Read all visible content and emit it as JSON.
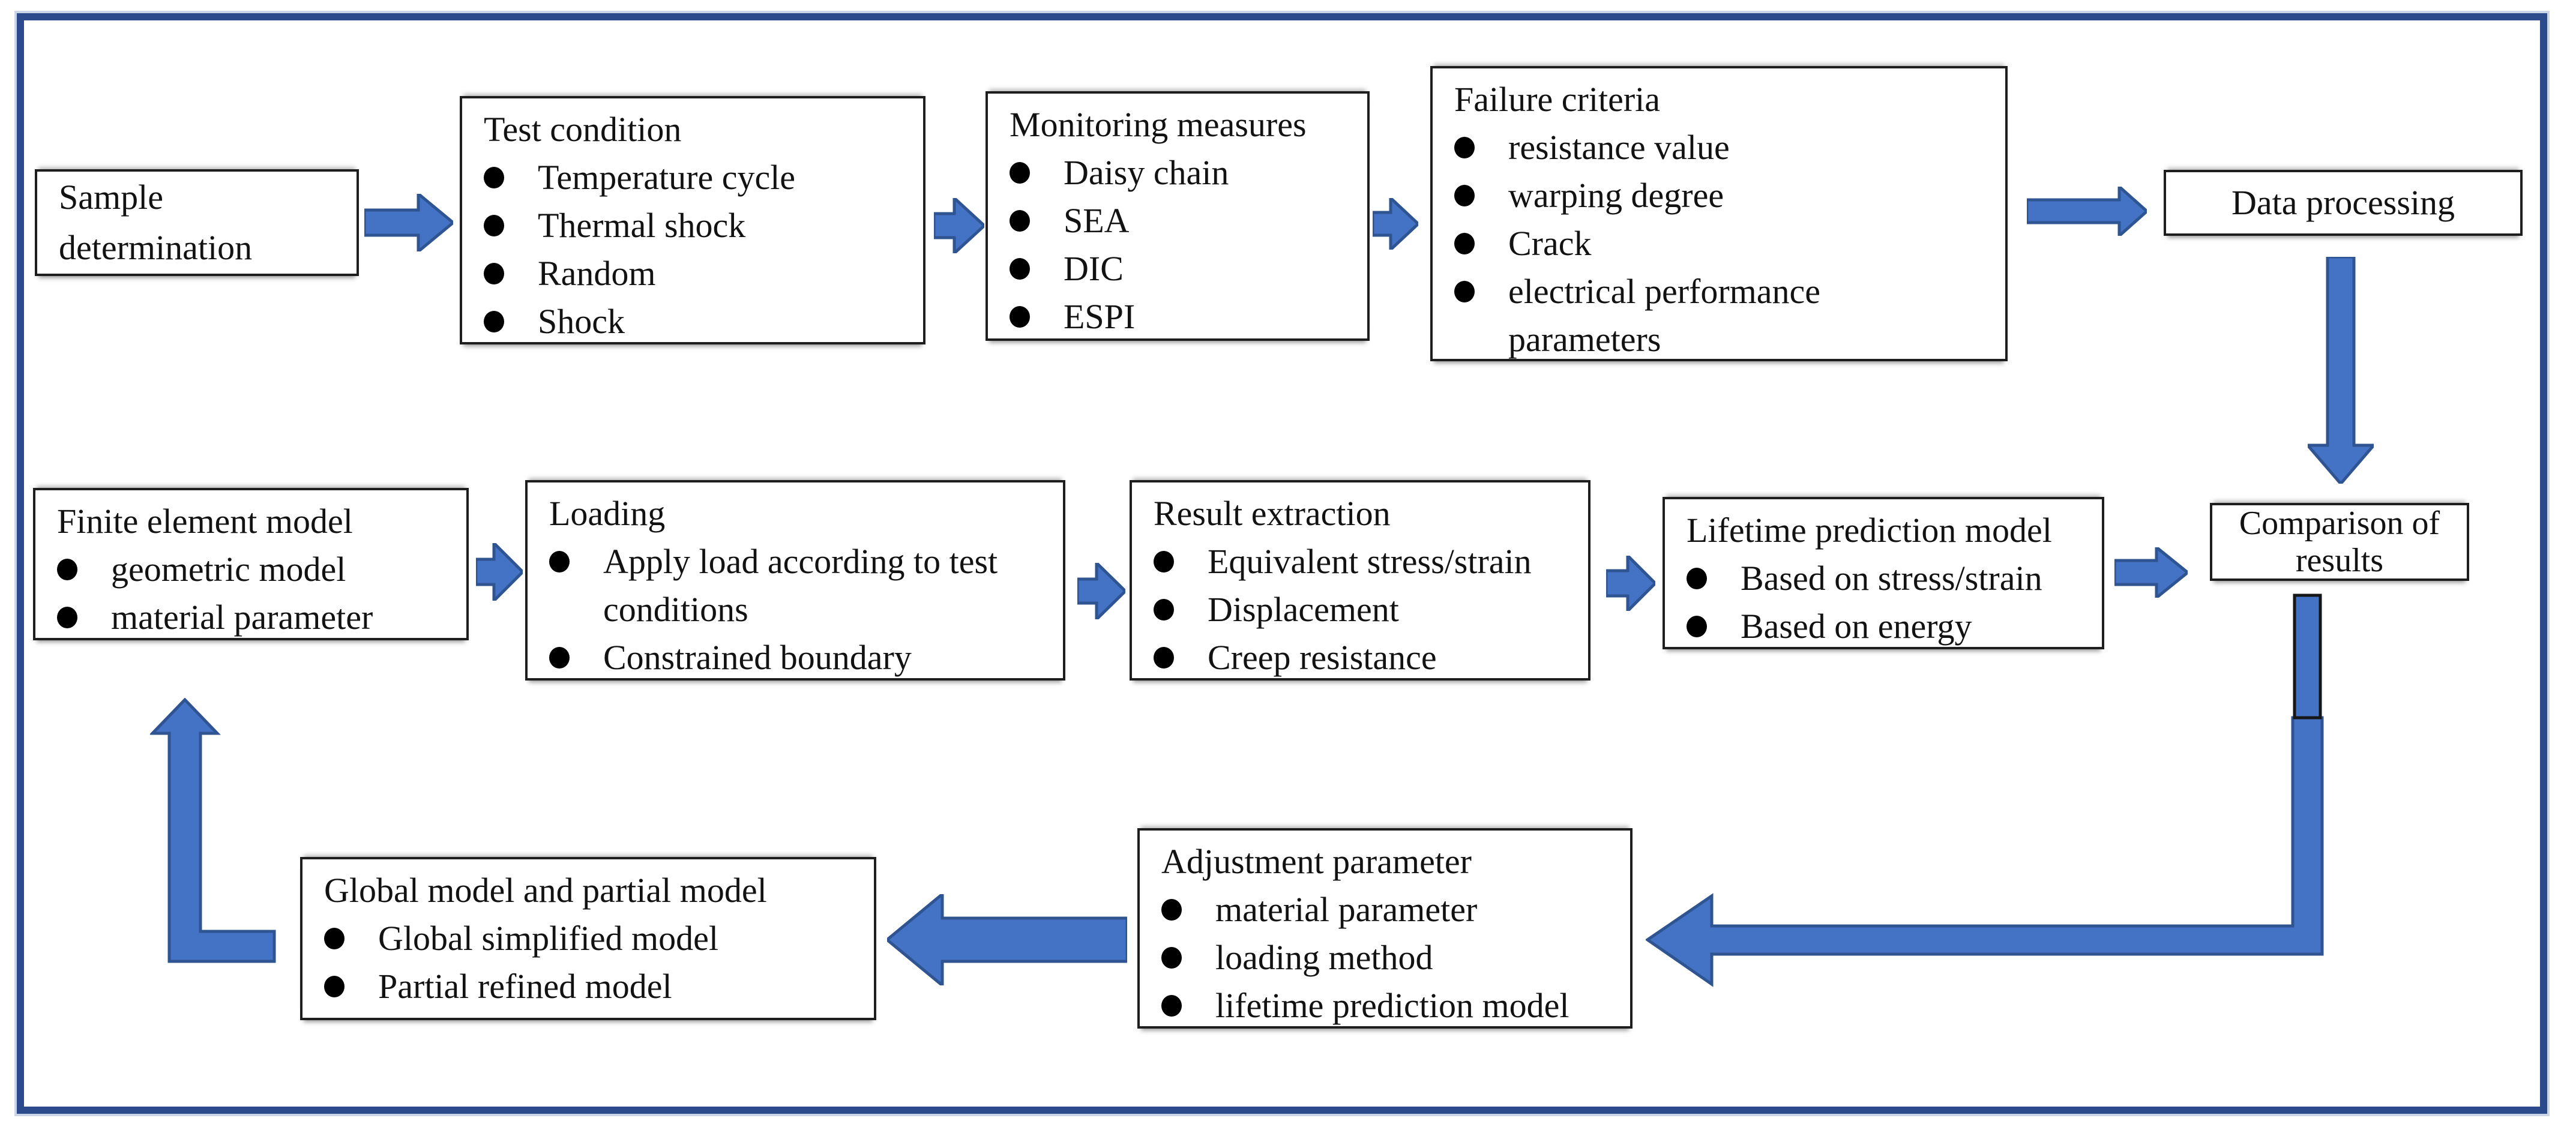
{
  "colors": {
    "arrow_fill": "#4472C4",
    "arrow_border": "#2f5492",
    "frame_border": "#2b4b8d",
    "box_border": "#1e1e1e",
    "text": "#121212"
  },
  "nodes": {
    "sample": {
      "title": "Sample\ndetermination"
    },
    "test": {
      "title": "Test condition",
      "items": [
        "Temperature cycle",
        "Thermal shock",
        "Random",
        "Shock"
      ]
    },
    "monitoring": {
      "title": "Monitoring measures",
      "items": [
        "Daisy chain",
        "SEA",
        "DIC",
        "ESPI"
      ]
    },
    "failure": {
      "title": "Failure criteria",
      "items": [
        "resistance value",
        "warping degree",
        "Crack",
        "electrical performance\nparameters"
      ]
    },
    "data": {
      "title": "Data processing"
    },
    "fem": {
      "title": "Finite element model",
      "items": [
        "geometric model",
        "material parameter"
      ]
    },
    "loading": {
      "title": "Loading",
      "items": [
        "Apply load according to test\nconditions",
        "Constrained boundary"
      ]
    },
    "result": {
      "title": "Result extraction",
      "items": [
        "Equivalent stress/strain",
        "Displacement",
        "Creep resistance"
      ]
    },
    "lifetime": {
      "title": "Lifetime prediction model",
      "items": [
        "Based on stress/strain",
        "Based on energy"
      ]
    },
    "comparison": {
      "title": "Comparison of results"
    },
    "adjustment": {
      "title": "Adjustment parameter",
      "items": [
        "material parameter",
        "loading method",
        "lifetime prediction model"
      ]
    },
    "global": {
      "title": "Global model and partial model",
      "items": [
        "Global simplified model",
        "Partial refined model"
      ]
    }
  }
}
